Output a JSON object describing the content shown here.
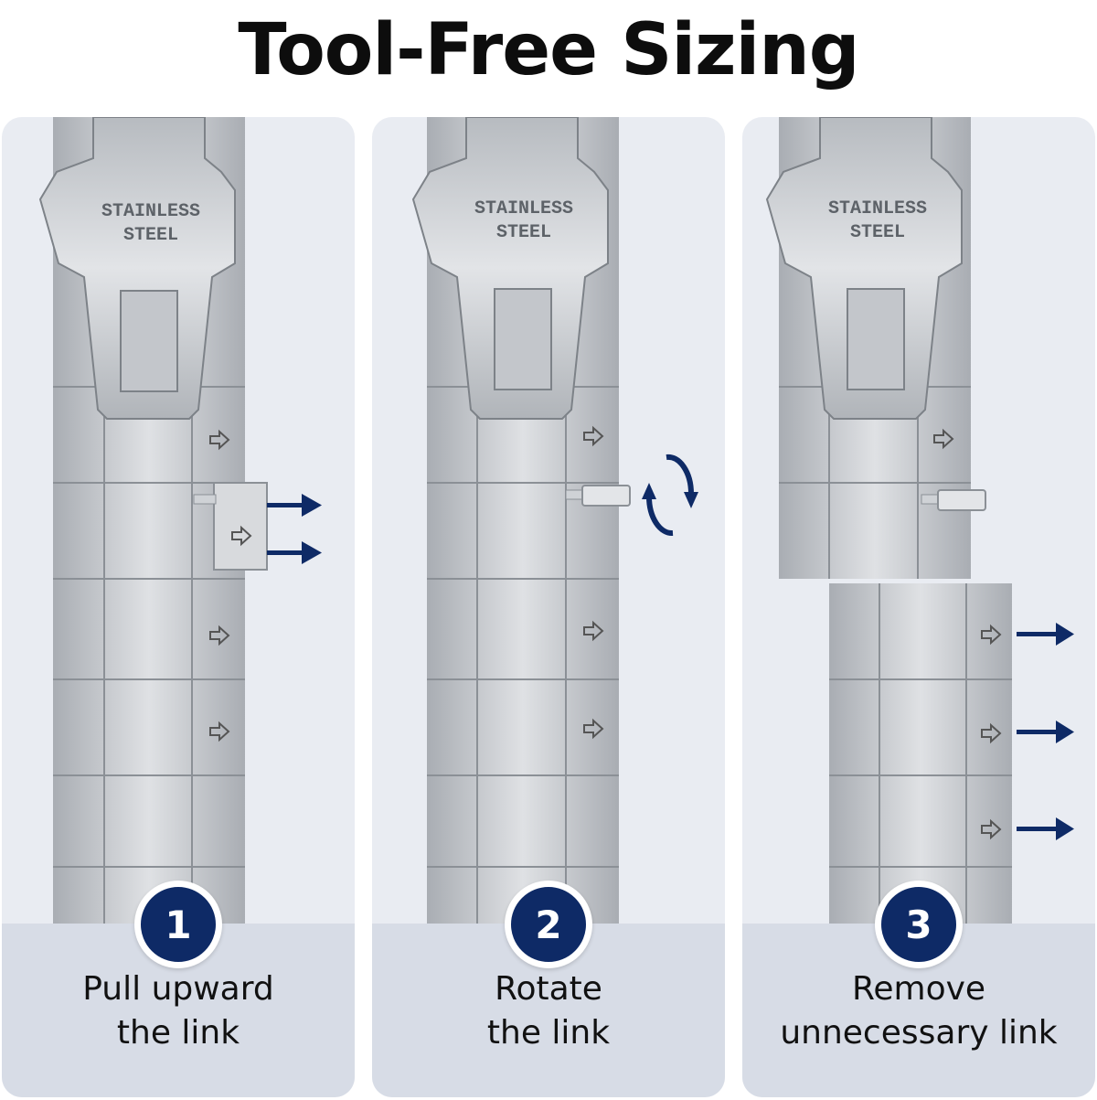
{
  "title": "Tool-Free Sizing",
  "colors": {
    "accent": "#0e2a66",
    "panel_bg": "#e9ecf2",
    "caption_bg": "#d7dce6",
    "steel": "#c9ccd1"
  },
  "steps": [
    {
      "number": "1",
      "line1": "Pull upward",
      "line2": "the link",
      "clasp_text_1": "STAINLESS",
      "clasp_text_2": "STEEL",
      "icon": "arrow-right-pair"
    },
    {
      "number": "2",
      "line1": "Rotate",
      "line2": "the link",
      "clasp_text_1": "STAINLESS",
      "clasp_text_2": "STEEL",
      "icon": "rotate-arrows"
    },
    {
      "number": "3",
      "line1": "Remove",
      "line2": "unnecessary link",
      "clasp_text_1": "STAINLESS",
      "clasp_text_2": "STEEL",
      "icon": "arrow-right-triple"
    }
  ]
}
